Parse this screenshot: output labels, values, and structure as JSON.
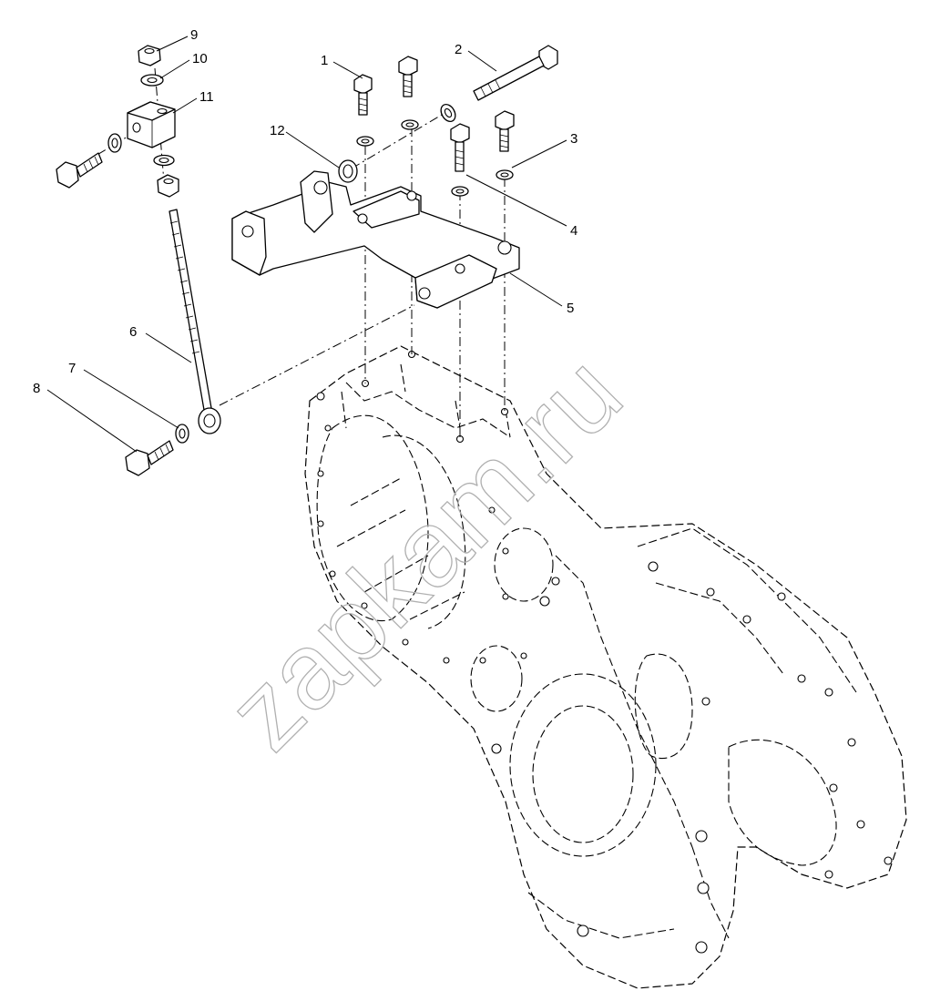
{
  "diagram": {
    "watermark": "zapkam.ru",
    "callouts": [
      {
        "label": "1"
      },
      {
        "label": "2"
      },
      {
        "label": "3"
      },
      {
        "label": "4"
      },
      {
        "label": "5"
      },
      {
        "label": "6"
      },
      {
        "label": "7"
      },
      {
        "label": "8"
      },
      {
        "label": "9"
      },
      {
        "label": "10"
      },
      {
        "label": "11"
      },
      {
        "label": "12"
      }
    ]
  }
}
